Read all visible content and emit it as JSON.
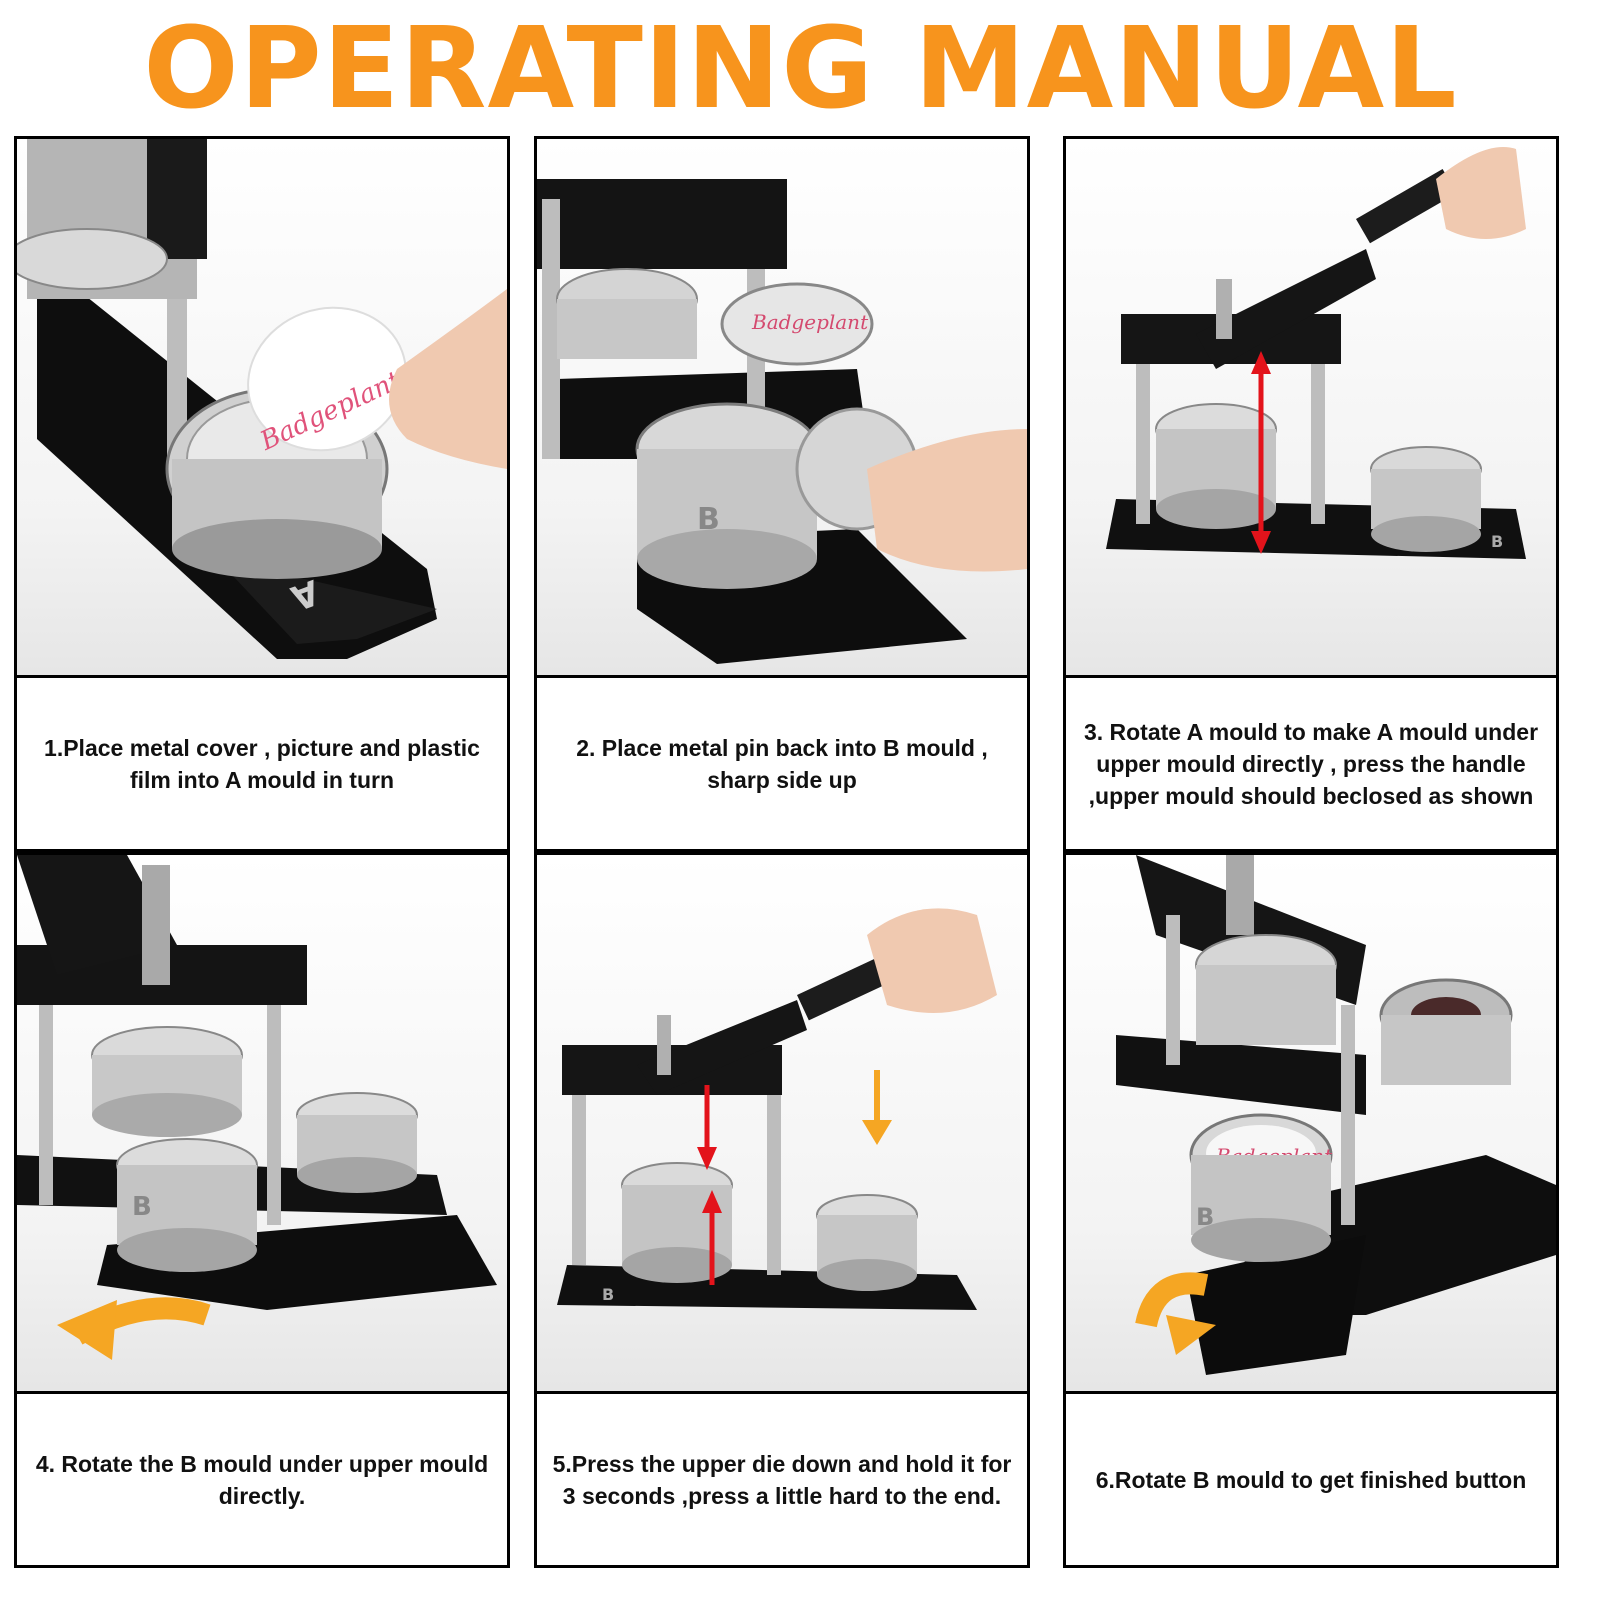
{
  "title": "OPERATING MANUAL",
  "steps": [
    {
      "caption": "1.Place metal cover , picture and plastic film into A mould in turn",
      "label": "Badgeplant",
      "mark": "A"
    },
    {
      "caption": "2. Place metal pin back into B mould , sharp side up",
      "label": "Badgeplant",
      "mark": "B"
    },
    {
      "caption": "3. Rotate A mould to make A mould under upper mould directly , press the handle ,upper mould should beclosed as shown",
      "mark": "B"
    },
    {
      "caption": "4. Rotate the B mould under upper mould directly.",
      "mark": "B"
    },
    {
      "caption": "5.Press the upper die down and hold it for  3 seconds ,press a little hard to the end.",
      "mark": "B"
    },
    {
      "caption": "6.Rotate B mould to get finished button",
      "label": "Badgeplant",
      "mark": "B"
    }
  ],
  "colors": {
    "title": "#f7941d",
    "arrow_red": "#e3131b",
    "arrow_orange": "#f5a623",
    "machine": "#111111",
    "metal": "#c8c8c8"
  }
}
